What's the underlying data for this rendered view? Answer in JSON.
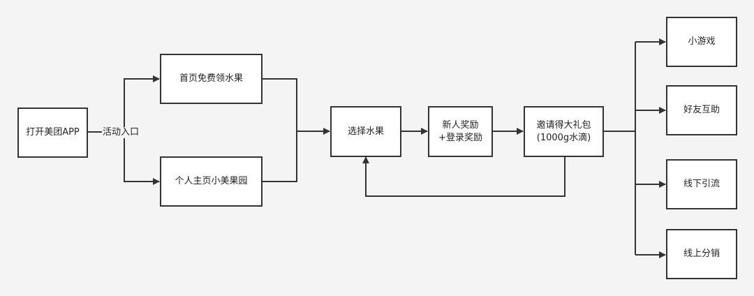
{
  "nodes": {
    "open_app": "打开美团APP",
    "home_free_fruit": "首页免费领水果",
    "profile_orchard": "个人主页小美果园",
    "select_fruit": "选择水果",
    "new_user_reward": [
      "新人奖励",
      "+登录奖励"
    ],
    "invite_gift": [
      "邀请得大礼包",
      "(1000g水滴)"
    ],
    "mini_game": "小游戏",
    "friend_help": "好友互助",
    "offline_traffic": "线下引流",
    "online_distribution": "线上分销"
  },
  "edge_labels": {
    "activity_entry": "活动入口"
  },
  "colors": {
    "background": "#f4f4f4",
    "stroke": "#333333",
    "node_fill": "#ffffff",
    "text": "#222222"
  }
}
